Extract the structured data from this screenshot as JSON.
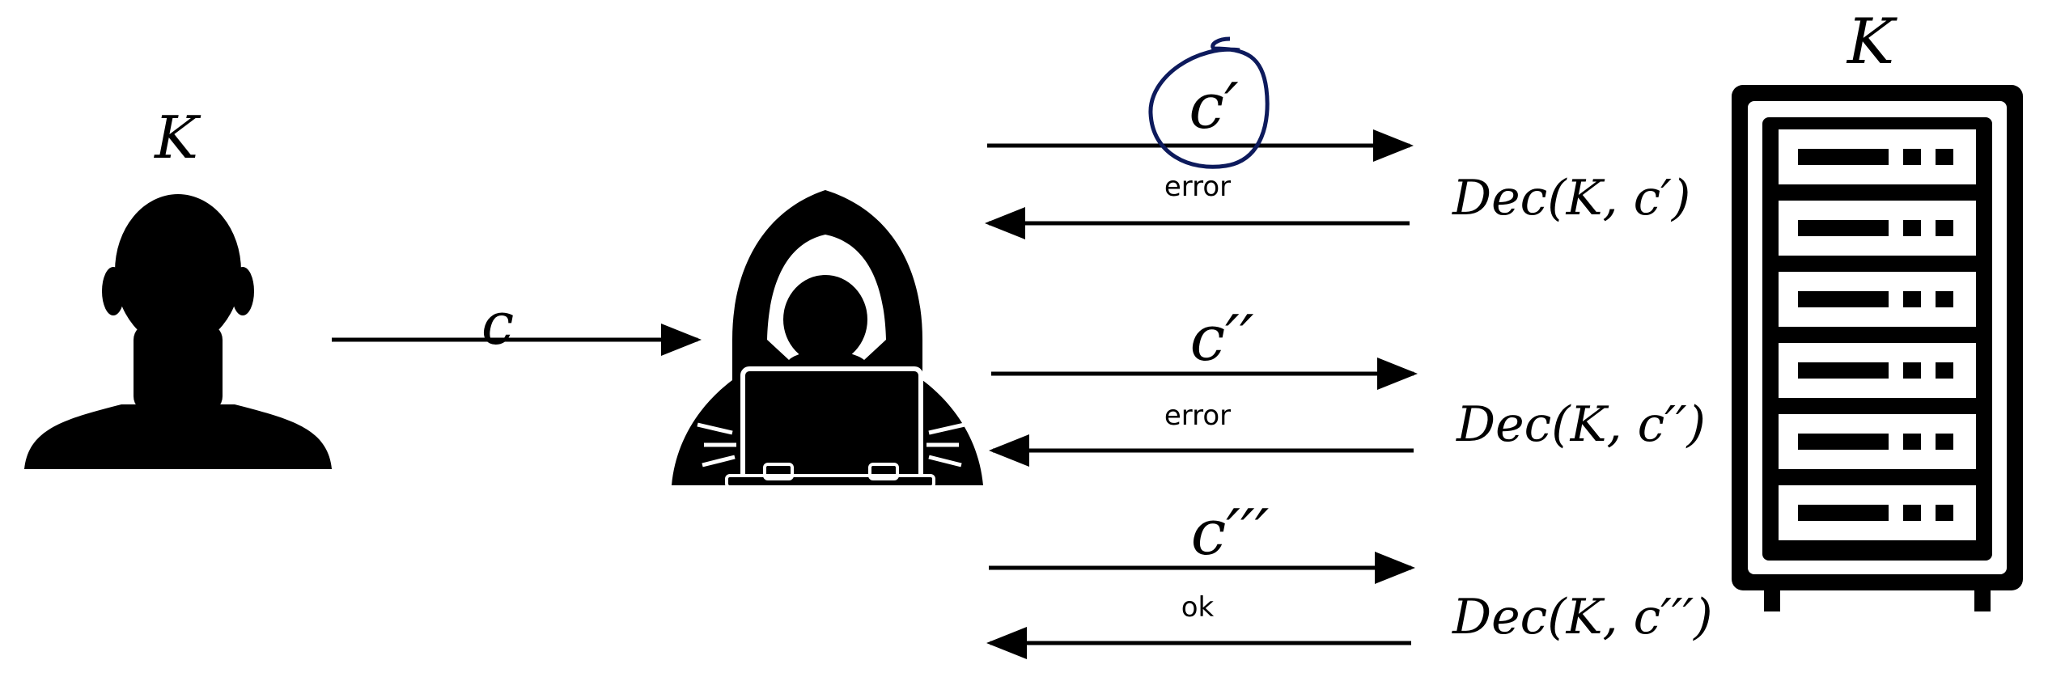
{
  "user": {
    "key_label": "K"
  },
  "server": {
    "key_label": "K"
  },
  "intercepted": {
    "label": "c"
  },
  "exchanges": [
    {
      "query": "c′",
      "reply": "error",
      "decryption": "Dec(K, c′)"
    },
    {
      "query": "c′′",
      "reply": "error",
      "decryption": "Dec(K, c′′)"
    },
    {
      "query": "c′′′",
      "reply": "ok",
      "decryption": "Dec(K, c′′′)"
    }
  ],
  "colors": {
    "ink": "#000000",
    "highlight": "#0d1a5c"
  },
  "icons": [
    "user-silhouette-icon",
    "hooded-hacker-laptop-icon",
    "server-rack-icon"
  ]
}
